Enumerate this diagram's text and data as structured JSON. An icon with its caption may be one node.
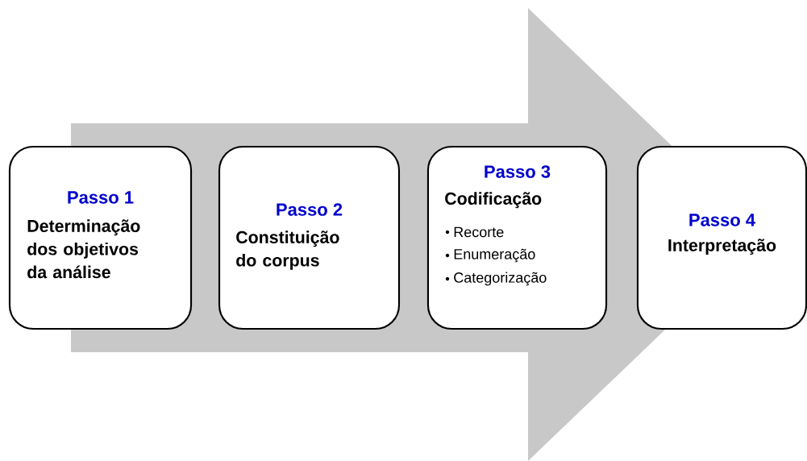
{
  "diagram": {
    "nodes": [
      {
        "text": [
          "Passo 1",
          "Determinação dos objetivos da análise"
        ]
      },
      {
        "text": [
          "Passo 2",
          "Constituição do corpus"
        ]
      },
      {
        "text": [
          "Passo 3",
          "Codificação",
          "Recorte",
          "Enumeração",
          "Categorização"
        ]
      },
      {
        "text": [
          "Passo 4",
          "Interpretação"
        ]
      }
    ],
    "edges": [
      {
        "from": 0,
        "to": 3,
        "arrow": "to"
      }
    ]
  }
}
